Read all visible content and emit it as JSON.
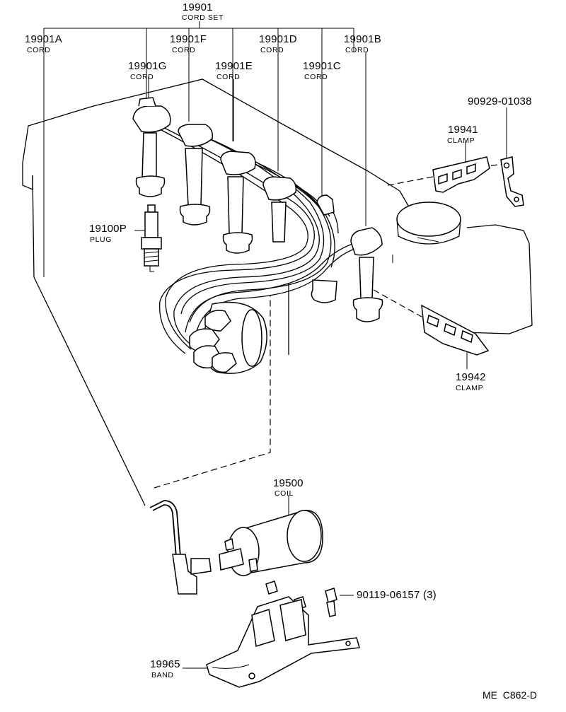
{
  "parts": {
    "cord_set": {
      "number": "19901",
      "name": "CORD SET"
    },
    "cord_a": {
      "number": "19901A",
      "name": "CORD"
    },
    "cord_b": {
      "number": "19901B",
      "name": "CORD"
    },
    "cord_c": {
      "number": "19901C",
      "name": "CORD"
    },
    "cord_d": {
      "number": "19901D",
      "name": "CORD"
    },
    "cord_e": {
      "number": "19901E",
      "name": "CORD"
    },
    "cord_f": {
      "number": "19901F",
      "name": "CORD"
    },
    "cord_g": {
      "number": "19901G",
      "name": "CORD"
    },
    "plug": {
      "number": "19100P",
      "name": "PLUG"
    },
    "clamp_1": {
      "number": "19941",
      "name": "CLAMP"
    },
    "clamp_2": {
      "number": "19942",
      "name": "CLAMP"
    },
    "clip": {
      "number": "90929-01038"
    },
    "coil": {
      "number": "19500",
      "name": "COIL"
    },
    "bolt": {
      "number": "90119-06157 (3)"
    },
    "band": {
      "number": "19965",
      "name": "BAND"
    }
  },
  "reference": "ME  C862-D"
}
